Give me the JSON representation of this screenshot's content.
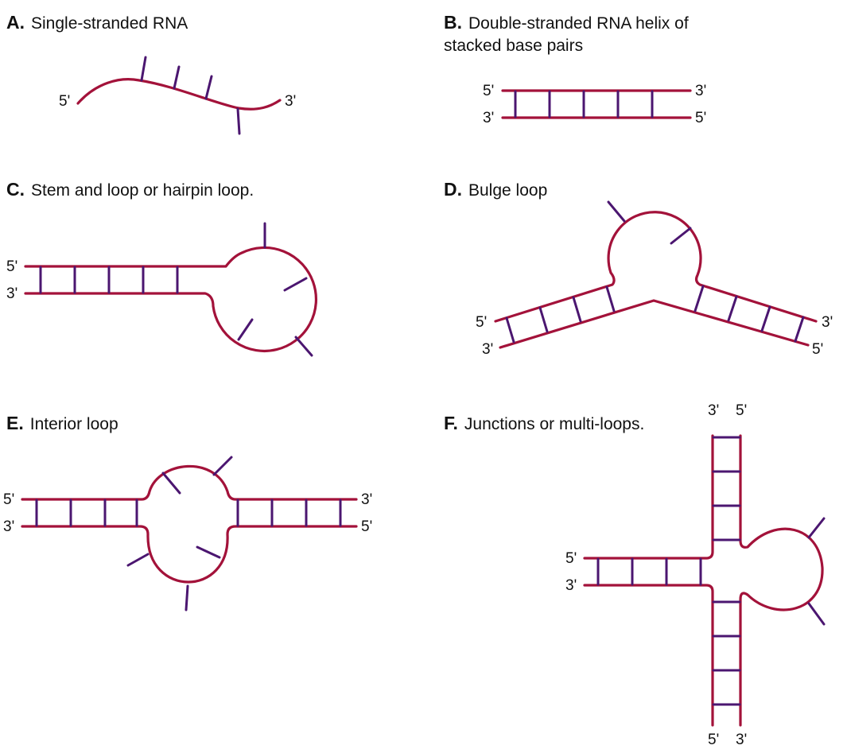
{
  "colors": {
    "strand": "#a3123a",
    "base": "#4b1670",
    "text": "#111111",
    "background": "#ffffff"
  },
  "panels": {
    "a": {
      "letter": "A.",
      "title": "Single-stranded RNA",
      "end_left": "5'",
      "end_right": "3'"
    },
    "b": {
      "letter": "B.",
      "title_line1": "Double-stranded RNA helix of",
      "title_line2": "stacked base pairs",
      "top_left": "5'",
      "top_right": "3'",
      "bottom_left": "3'",
      "bottom_right": "5'"
    },
    "c": {
      "letter": "C.",
      "title": "Stem and loop or hairpin loop.",
      "top_left": "5'",
      "bottom_left": "3'"
    },
    "d": {
      "letter": "D.",
      "title": "Bulge loop",
      "left_top": "5'",
      "left_bottom": "3'",
      "right_top": "3'",
      "right_bottom": "5'"
    },
    "e": {
      "letter": "E.",
      "title": "Interior loop",
      "top_left": "5'",
      "bottom_left": "3'",
      "top_right": "3'",
      "bottom_right": "5'"
    },
    "f": {
      "letter": "F.",
      "title": "Junctions or multi-loops.",
      "top_left": "3'",
      "top_right": "5'",
      "left_top": "5'",
      "left_bottom": "3'",
      "bottom_left": "5'",
      "bottom_right": "3'"
    }
  }
}
